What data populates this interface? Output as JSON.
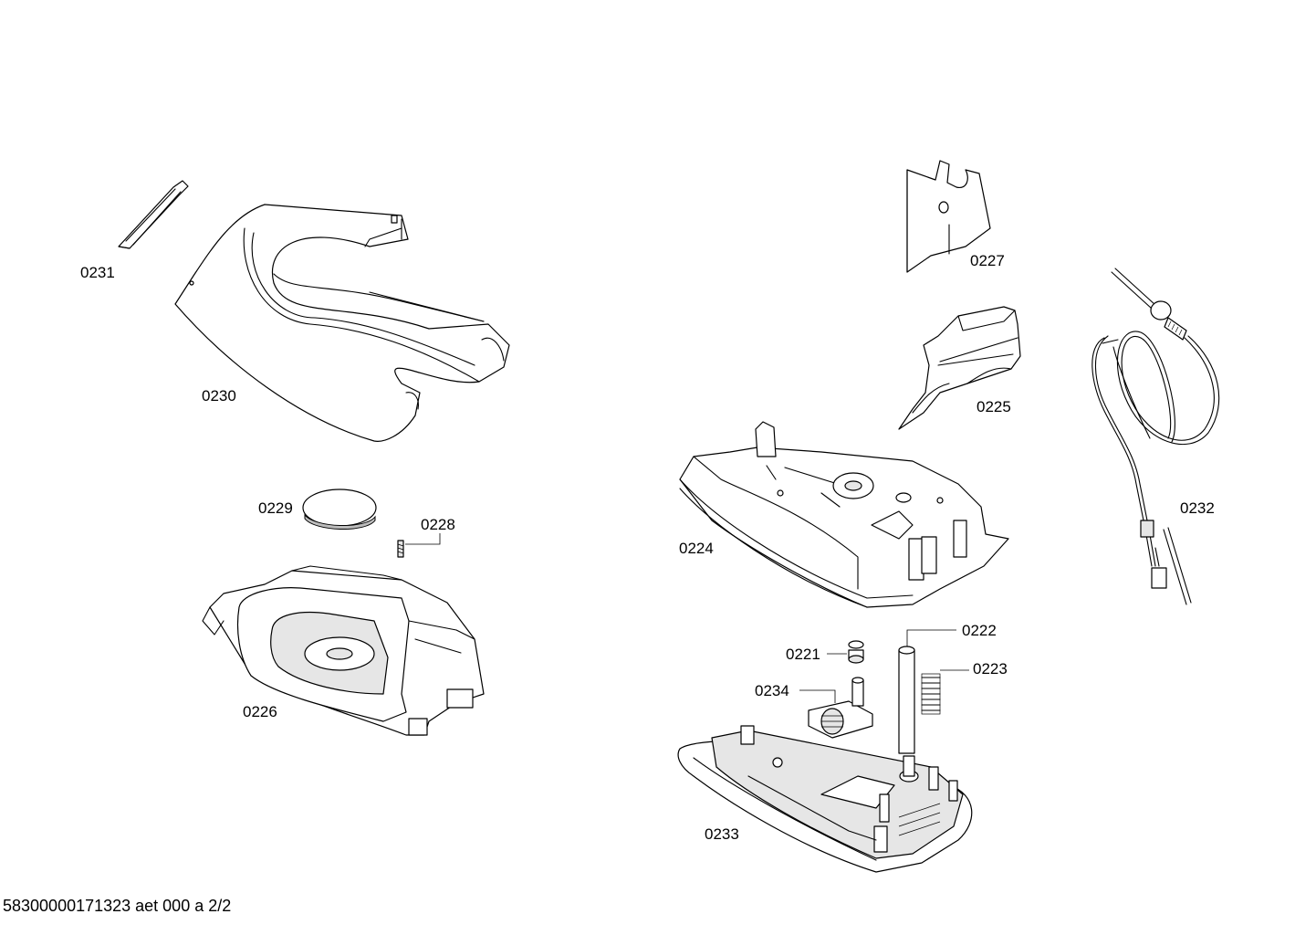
{
  "parts": [
    {
      "id": "p0221",
      "label": "0221"
    },
    {
      "id": "p0222",
      "label": "0222"
    },
    {
      "id": "p0223",
      "label": "0223"
    },
    {
      "id": "p0224",
      "label": "0224"
    },
    {
      "id": "p0225",
      "label": "0225"
    },
    {
      "id": "p0226",
      "label": "0226"
    },
    {
      "id": "p0227",
      "label": "0227"
    },
    {
      "id": "p0228",
      "label": "0228"
    },
    {
      "id": "p0229",
      "label": "0229"
    },
    {
      "id": "p0230",
      "label": "0230"
    },
    {
      "id": "p0231",
      "label": "0231"
    },
    {
      "id": "p0232",
      "label": "0232"
    },
    {
      "id": "p0233",
      "label": "0233"
    },
    {
      "id": "p0234",
      "label": "0234"
    }
  ],
  "footer": "58300000171323 aet 000 a 2/2"
}
